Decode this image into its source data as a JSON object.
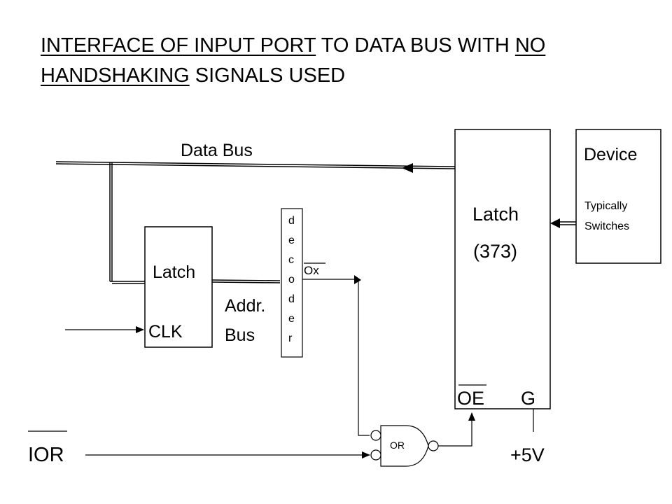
{
  "title": {
    "part1_underlined": "INTERFACE OF INPUT PORT",
    "part2": " TO DATA BUS WITH ",
    "part3_underlined": "NO",
    "part4_underlined": "HANDSHAKING",
    "part5": " SIGNALS USED"
  },
  "labels": {
    "data_bus": "Data Bus",
    "device": "Device",
    "device_sub1": "Typically",
    "device_sub2": "Switches",
    "latch_big": "Latch",
    "latch_big_num": "(373)",
    "latch_small": "Latch",
    "clk": "CLK",
    "addr1": "Addr.",
    "addr2": "Bus",
    "decoder_letters": [
      "d",
      "e",
      "c",
      "o",
      "d",
      "e",
      "r"
    ],
    "ox": "Ox",
    "oe": "OE",
    "g": "G",
    "or": "OR",
    "ior": "IOR",
    "plus5v": "+5V"
  }
}
